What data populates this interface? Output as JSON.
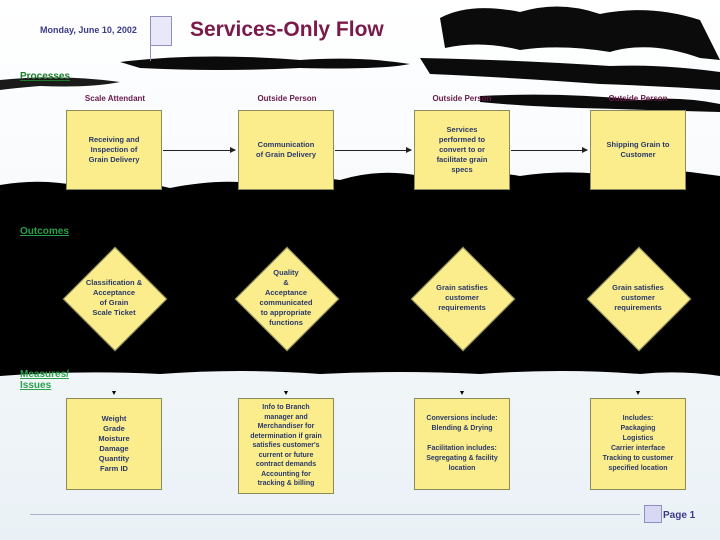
{
  "header": {
    "date": "Monday, June 10, 2002",
    "title": "Services-Only Flow"
  },
  "sections": {
    "processes": "Processes",
    "outcomes": "Outcomes",
    "measures": "Measures/\nIssues"
  },
  "roles": [
    "Scale Attendant",
    "Outside Person",
    "Outside Person",
    "Outside Person"
  ],
  "process_boxes": [
    "Receiving and\nInspection of\nGrain Delivery",
    "Communication\nof Grain Delivery",
    "Services\nperformed to\nconvert to or\nfacilitate grain\nspecs",
    "Shipping Grain to\nCustomer"
  ],
  "outcomes": [
    "Classification &\nAcceptance\nof Grain\nScale Ticket",
    "Quality\n&\nAcceptance\ncommunicated\nto appropriate\nfunctions",
    "Grain satisfies\ncustomer\nrequirements",
    "Grain satisfies\ncustomer\nrequirements"
  ],
  "measures": [
    "Weight\nGrade\nMoisture\nDamage\nQuantity\nFarm ID",
    "Info to Branch\nmanager and\nMerchandiser for\ndetermination if grain\nsatisfies customer's\ncurrent or future\ncontract demands\nAccounting for\ntracking & billing",
    "Conversions include:\nBlending & Drying\n\nFacilitation includes:\nSegregating & facility\nlocation",
    "Includes:\nPackaging\nLogistics\nCarrier interface\nTracking to customer\nspecified location"
  ],
  "footer": {
    "page": "Page 1"
  },
  "colors": {
    "box_fill": "#fbec8c",
    "band": "#000000",
    "title": "#7a1a4a"
  }
}
